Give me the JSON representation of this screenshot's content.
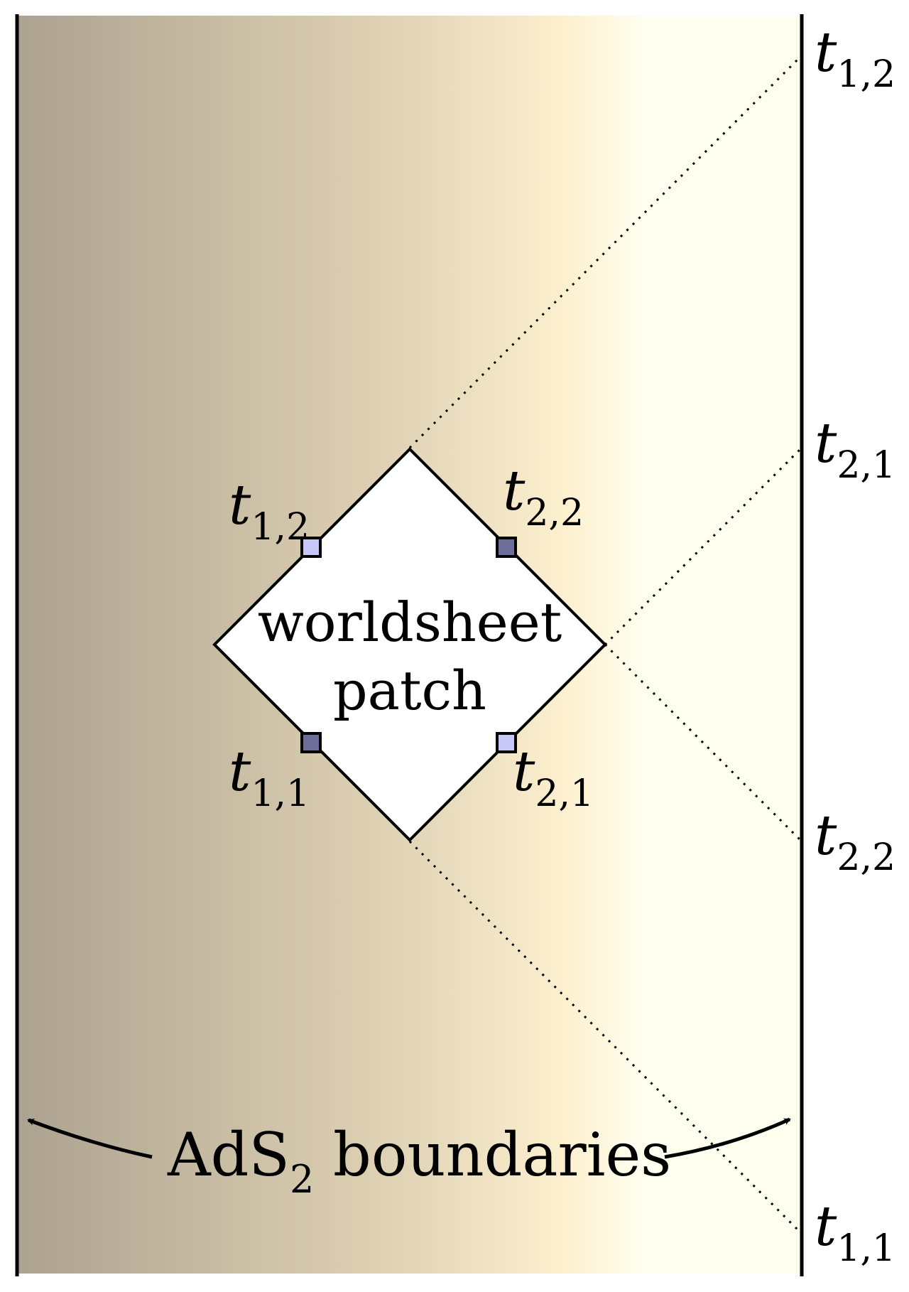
{
  "colors": {
    "gradient_left": "#aca290",
    "gradient_mid": "#dccfb2",
    "gradient_light": "#fdf0cf",
    "gradient_right": "#fffff0",
    "patch_fill": "#ffffff",
    "stroke": "#000000",
    "marker_light": "#c8c8f8",
    "marker_dark": "#6e6e9a"
  },
  "patch": {
    "label_line1": "worldsheet",
    "label_line2": "patch"
  },
  "patch_corners": {
    "upper_left": {
      "var": "t",
      "sub": "1,2",
      "marker": "light"
    },
    "upper_right": {
      "var": "t",
      "sub": "2,2",
      "marker": "dark"
    },
    "lower_left": {
      "var": "t",
      "sub": "1,1",
      "marker": "dark"
    },
    "lower_right": {
      "var": "t",
      "sub": "2,1",
      "marker": "light"
    }
  },
  "boundary_labels": [
    {
      "var": "t",
      "sub": "1,2"
    },
    {
      "var": "t",
      "sub": "2,1"
    },
    {
      "var": "t",
      "sub": "2,2"
    },
    {
      "var": "t",
      "sub": "1,1"
    }
  ],
  "caption": {
    "prefix": "AdS",
    "subscript": "2",
    "suffix": " boundaries"
  }
}
